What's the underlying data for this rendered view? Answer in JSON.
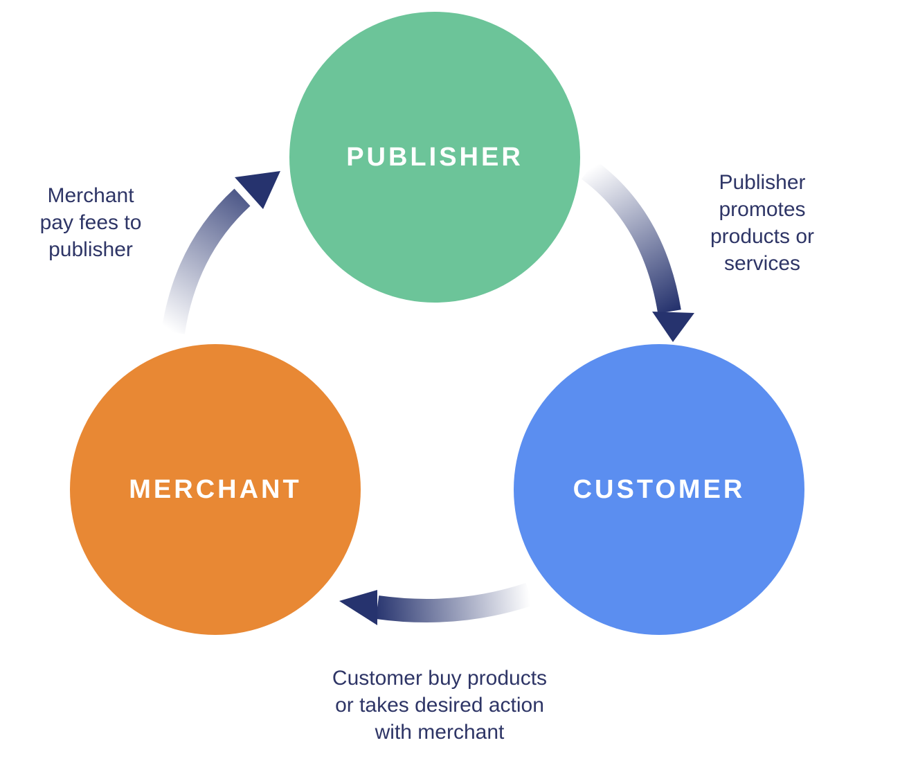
{
  "nodes": {
    "publisher": {
      "label": "PUBLISHER",
      "color": "#6cc499"
    },
    "customer": {
      "label": "CUSTOMER",
      "color": "#5b8ef0"
    },
    "merchant": {
      "label": "MERCHANT",
      "color": "#e88834"
    }
  },
  "arrow_color": "#26336e",
  "captions": {
    "merchant_pay": [
      "Merchant",
      "pay fees to",
      "publisher"
    ],
    "publisher_promotes": [
      "Publisher",
      "promotes",
      "products or",
      "services"
    ],
    "customer_buy": [
      "Customer buy products",
      "or takes desired action",
      "with merchant"
    ]
  }
}
